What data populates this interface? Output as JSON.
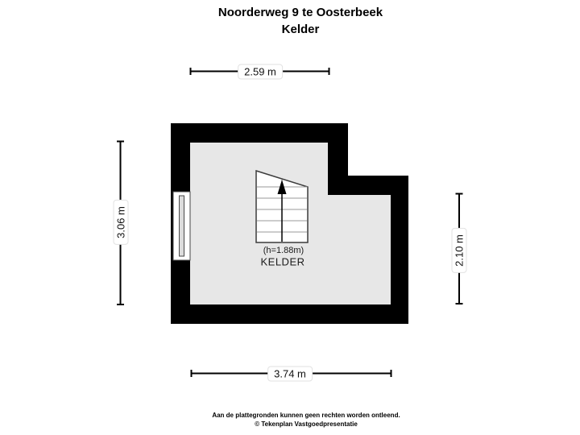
{
  "title": {
    "address": "Noorderweg 9 te Oosterbeek",
    "floor": "Kelder"
  },
  "floorplan": {
    "room_label": "KELDER",
    "height_label": "(h=1.88m)",
    "dimensions": {
      "top": "2.59 m",
      "left": "3.06 m",
      "right": "2.10 m",
      "bottom": "3.74 m"
    },
    "symbols": [
      "window-symbol",
      "staircase-symbol",
      "stair-up-arrow-icon"
    ]
  },
  "footer": {
    "disclaimer": "Aan de plattegronden kunnen geen rechten worden ontleend.",
    "copyright": "© Tekenplan Vastgoedpresentatie"
  },
  "colors": {
    "wall": "#000000",
    "floor": "#e7e7e7",
    "background": "#ffffff",
    "stair_outline": "#3c3c3c",
    "tread_line": "#9a9a9a"
  }
}
